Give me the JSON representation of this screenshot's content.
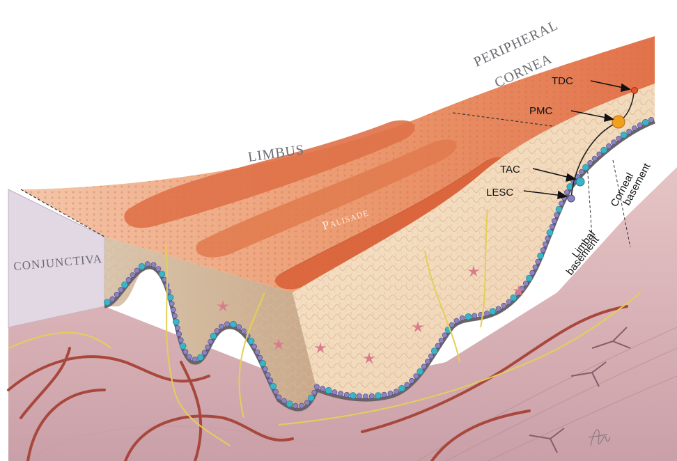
{
  "regions": {
    "peripheral_line1": "PERIPHERAL",
    "peripheral_line2": "CORNEA",
    "limbus": "LIMBUS",
    "conjunctiva": "CONJUNCTIVA",
    "palisade": "Palisade"
  },
  "cells": {
    "tdc": "TDC",
    "pmc": "PMC",
    "tac": "TAC",
    "lesc": "LESC"
  },
  "basements": {
    "corneal_line1": "Corneal",
    "corneal_line2": "basement",
    "limbal_line1": "Limbal",
    "limbal_line2": "basement"
  },
  "colors": {
    "surface": "#e9875f",
    "palisade_ridge": "#dc6a3f",
    "epithelium": "#f3dcc0",
    "stroma": "#d9b3b8",
    "conjunctiva_wall": "#dcd3e2",
    "basal_cell": "#8a84c4",
    "tac_cell": "#3bb3c9",
    "pmc_cell": "#f0a01e",
    "tdc_cell": "#e8532b",
    "vessel": "#a8473c",
    "nerve": "#e4cf57"
  },
  "icons": [
    "signature-icon"
  ]
}
